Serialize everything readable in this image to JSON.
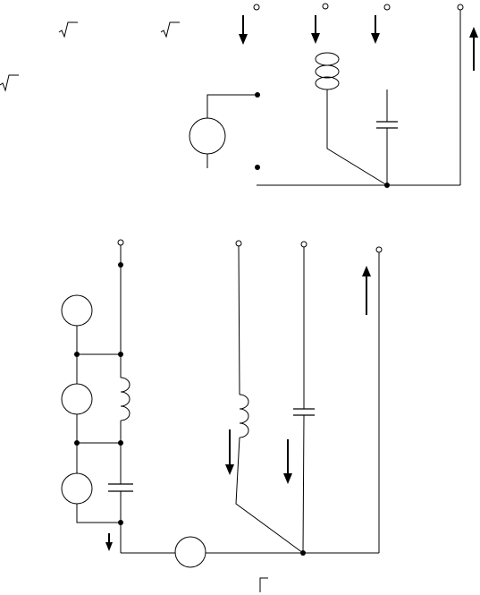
{
  "figure": {
    "description_free": true,
    "top_circuit": {
      "terminals": 4,
      "source_count": 1,
      "loads": [
        "inductor",
        "capacitor"
      ]
    },
    "bottom_circuit": {
      "terminals": 4,
      "source_count": 4,
      "loads": [
        "inductor",
        "capacitor",
        "inductor",
        "capacitor"
      ]
    }
  }
}
